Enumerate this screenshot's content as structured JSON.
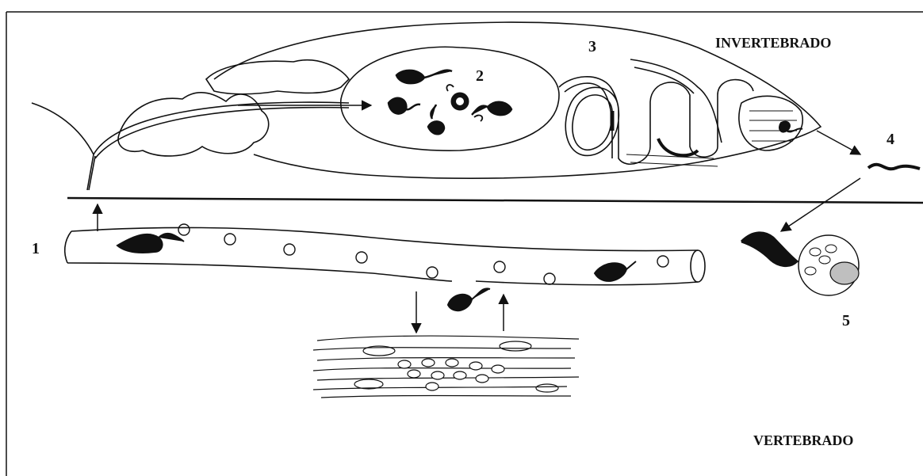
{
  "labels": {
    "invertebrate": "INVERTEBRADO",
    "vertebrate": "VERTEBRADO"
  },
  "stage_numbers": [
    "1",
    "2",
    "3",
    "4",
    "5"
  ],
  "colors": {
    "ink": "#111111",
    "paper": "#ffffff",
    "nucleus_fill": "#bfbfbf"
  }
}
